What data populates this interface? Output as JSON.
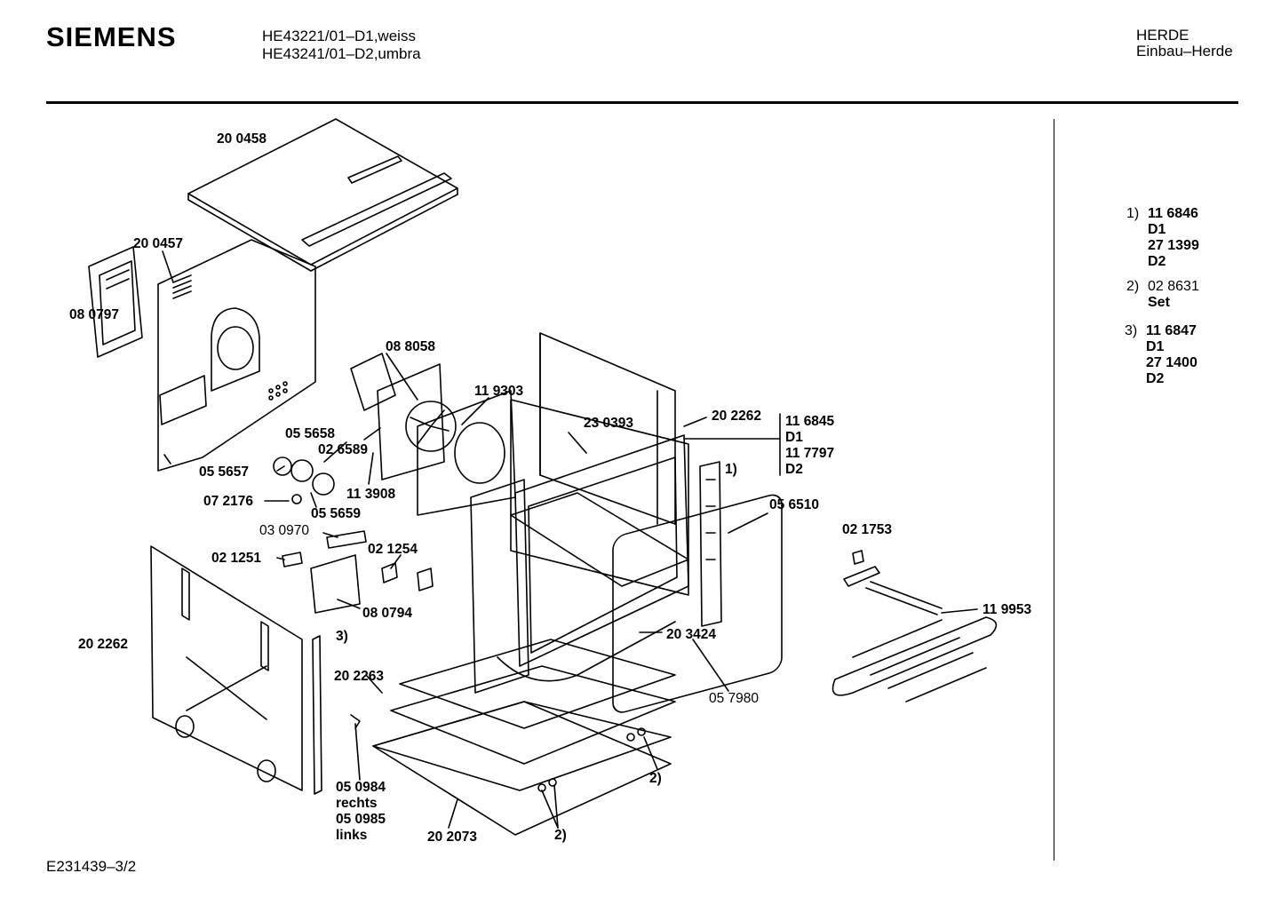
{
  "header": {
    "brand": "SIEMENS",
    "model_line_1": "HE43221/01–D1,weiss",
    "model_line_2": "HE43241/01–D2,umbra",
    "category_line_1": "HERDE",
    "category_line_2": "Einbau–Herde"
  },
  "footer": {
    "document_id": "E231439–3/2"
  },
  "parts": {
    "p200458": "20 0458",
    "p200457": "20 0457",
    "p080797": "08 0797",
    "p088058": "08 8058",
    "p119303": "11 9303",
    "p230393": "23 0393",
    "p202262a": "20 2262",
    "p116845": "11 6845",
    "d1a": "D1",
    "p117797": "11 7797",
    "d2a": "D2",
    "ref1": "1)",
    "p055658": "05 5658",
    "p026589": "02 6589",
    "p055657": "05 5657",
    "p113908": "11 3908",
    "p072176": "07 2176",
    "p055659": "05 5659",
    "p030970": "03 0970",
    "p021254": "02 1254",
    "p021251": "02 1251",
    "p056510": "05 6510",
    "p021753": "02 1753",
    "p080794": "08 0794",
    "p119953": "11 9953",
    "p202262b": "20 2262",
    "ref3": "3)",
    "p203424": "20 3424",
    "p202263": "20 2263",
    "p057980": "05 7980",
    "ref2a": "2)",
    "p050984": "05 0984",
    "rechts": "rechts",
    "p050985": "05 0985",
    "links": "links",
    "p202073": "20 2073",
    "ref2b": "2)"
  },
  "notes": {
    "n1_marker": "1)",
    "n1_l1": "11 6846",
    "n1_l2": "D1",
    "n1_l3": "27 1399",
    "n1_l4": "D2",
    "n2_marker": "2)",
    "n2_l1": "02 8631",
    "n2_l2": "Set",
    "n3_marker": "3)",
    "n3_l1": "11 6847",
    "n3_l2": "D1",
    "n3_l3": "27 1400",
    "n3_l4": "D2"
  }
}
